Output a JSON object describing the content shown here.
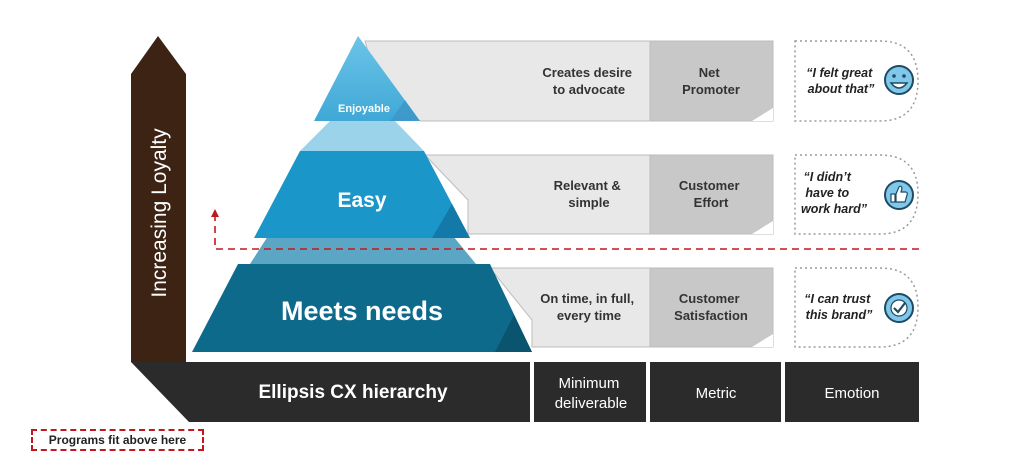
{
  "axis_label": "Increasing Loyalty",
  "pyramid_title": "Ellipsis CX hierarchy",
  "columns": {
    "deliverable": [
      "Minimum",
      "deliverable"
    ],
    "metric": "Metric",
    "emotion": "Emotion"
  },
  "tiers": [
    {
      "level": "Enjoyable",
      "deliverable": [
        "Creates desire",
        "to advocate"
      ],
      "metric": [
        "Net",
        "Promoter"
      ],
      "emotion": [
        "“I felt great",
        "about that”"
      ],
      "emoji": "smiley-face-icon"
    },
    {
      "level": "Easy",
      "deliverable": [
        "Relevant &",
        "simple"
      ],
      "metric": [
        "Customer",
        "Effort"
      ],
      "emotion": [
        "“I didn’t",
        "have to",
        "work hard”"
      ],
      "emoji": "thumbs-up-icon"
    },
    {
      "level": "Meets needs",
      "deliverable": [
        "On time, in full,",
        "every time"
      ],
      "metric": [
        "Customer",
        "Satisfaction"
      ],
      "emotion": [
        "“I can trust",
        "this brand”"
      ],
      "emoji": "checkmark-icon"
    }
  ],
  "note": "Programs fit above here",
  "colors": {
    "arrow": "#3d2313",
    "base_bar": "#2b2b2b",
    "tier_top": "#5bb6dd",
    "tier_mid": "#1a96c8",
    "tier_bottom": "#0d6a8b",
    "band_light": "#e6e6e6",
    "band_dark": "#c8c8c8",
    "emoji_fill": "#7fc8ea",
    "dashed_line": "#c0181f"
  }
}
